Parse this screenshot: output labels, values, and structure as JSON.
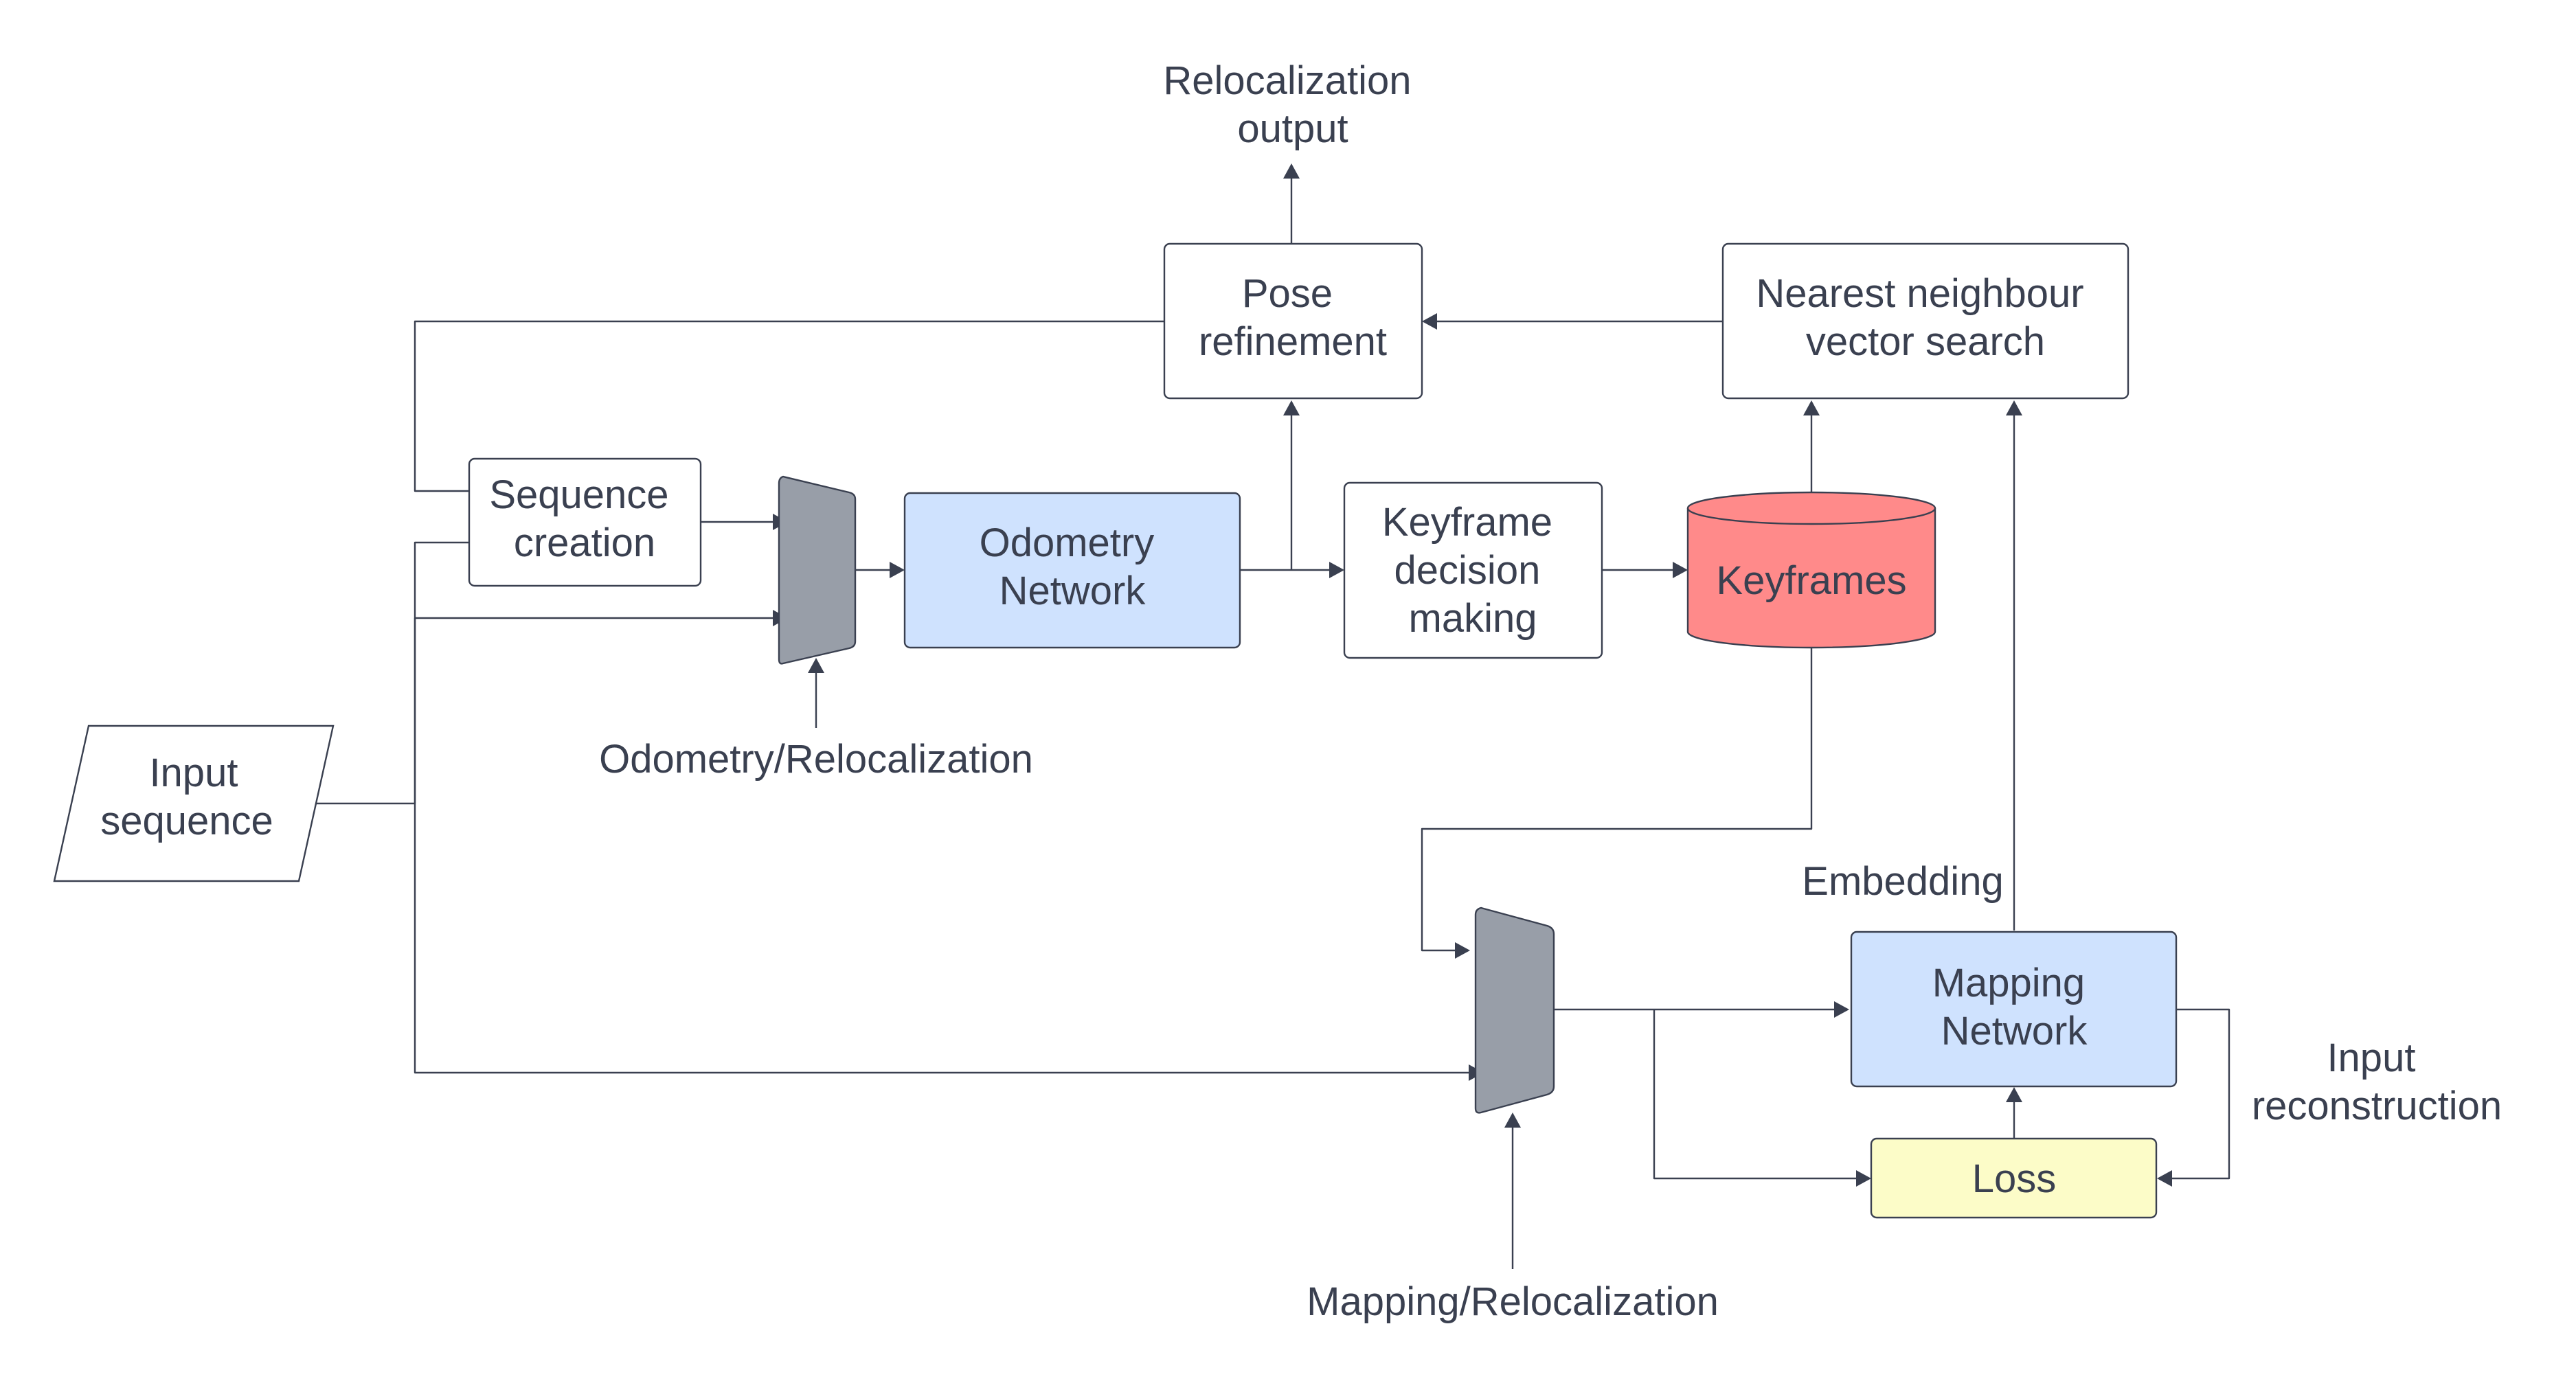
{
  "colors": {
    "stroke": "#3a4050",
    "text": "#3a4050",
    "network_fill": "#cfe2fe",
    "keyframes_fill": "#ff8a8a",
    "loss_fill": "#fcfcc8",
    "mux_fill": "#989ea8",
    "box_fill": "#ffffff"
  },
  "nodes": {
    "input_sequence": [
      "Input",
      "sequence"
    ],
    "sequence_creation": [
      "Sequence",
      "creation"
    ],
    "odometry_network": [
      "Odometry",
      "Network"
    ],
    "keyframe_decision": [
      "Keyframe",
      "decision",
      "making"
    ],
    "keyframes": [
      "Keyframes"
    ],
    "pose_refinement": [
      "Pose",
      "refinement"
    ],
    "nearest_neighbour": [
      "Nearest neighbour",
      "vector search"
    ],
    "mapping_network": [
      "Mapping",
      "Network"
    ],
    "loss": [
      "Loss"
    ]
  },
  "labels": {
    "relocalization_output": [
      "Relocalization",
      "output"
    ],
    "odometry_relocalization": [
      "Odometry/Relocalization"
    ],
    "mapping_relocalization": [
      "Mapping/Relocalization"
    ],
    "embedding": [
      "Embedding"
    ],
    "input_reconstruction": [
      "Input",
      "reconstruction"
    ]
  }
}
